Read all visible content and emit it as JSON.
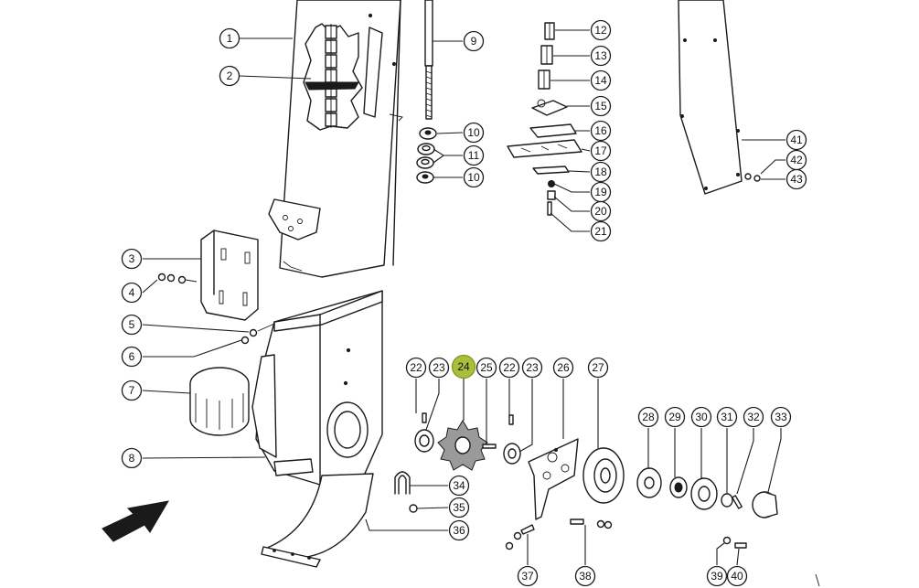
{
  "diagram": {
    "highlight_color": "#a9bf3c",
    "highlighted_callout": "24",
    "callouts": [
      "1",
      "2",
      "3",
      "4",
      "5",
      "6",
      "7",
      "8",
      "9",
      "10",
      "11",
      "10",
      "12",
      "13",
      "14",
      "15",
      "16",
      "17",
      "18",
      "19",
      "20",
      "21",
      "22",
      "23",
      "24",
      "25",
      "22",
      "23",
      "26",
      "27",
      "28",
      "29",
      "30",
      "31",
      "32",
      "33",
      "34",
      "35",
      "36",
      "37",
      "38",
      "39",
      "40",
      "41",
      "42",
      "43"
    ]
  }
}
